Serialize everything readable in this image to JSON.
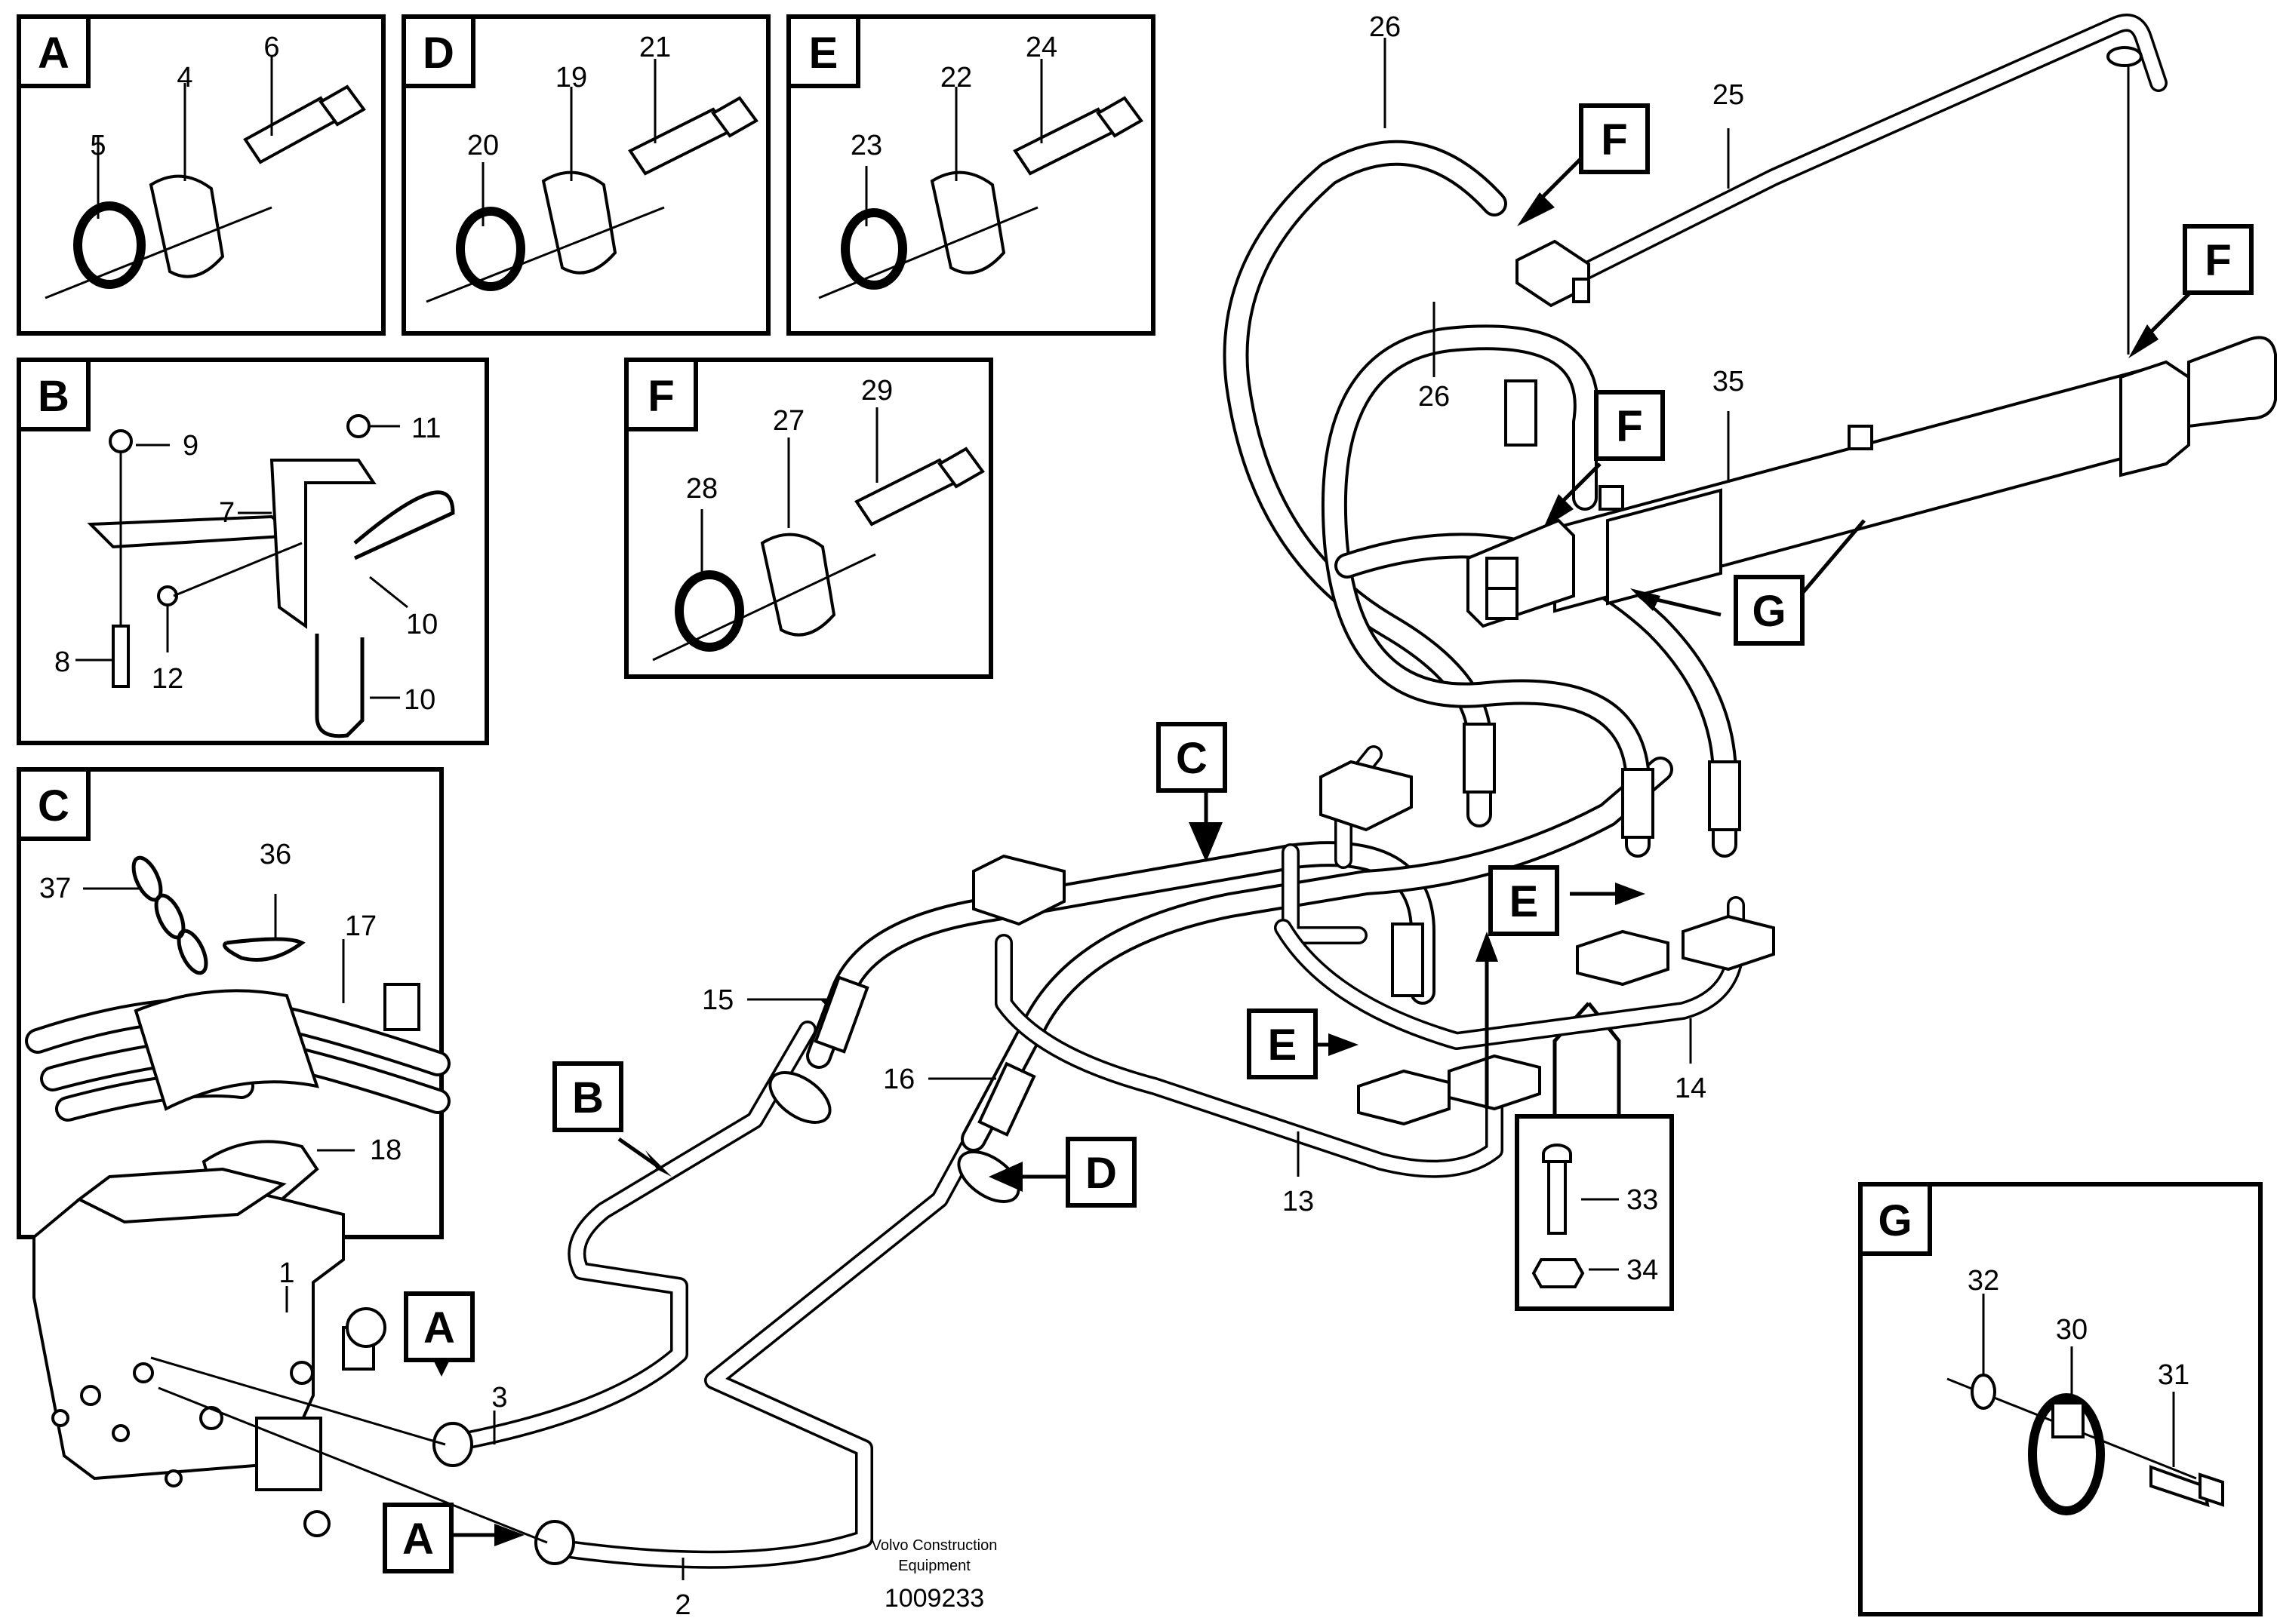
{
  "callout_letters": {
    "A": "A",
    "B": "B",
    "C": "C",
    "D": "D",
    "E": "E",
    "F": "F",
    "G": "G"
  },
  "part_numbers": {
    "p1": "1",
    "p2": "2",
    "p3": "3",
    "p4": "4",
    "p5": "5",
    "p6": "6",
    "p7": "7",
    "p8": "8",
    "p9": "9",
    "p10": "10",
    "p11": "11",
    "p12": "12",
    "p13": "13",
    "p14": "14",
    "p15": "15",
    "p16": "16",
    "p17": "17",
    "p18": "18",
    "p19": "19",
    "p20": "20",
    "p21": "21",
    "p22": "22",
    "p23": "23",
    "p24": "24",
    "p25": "25",
    "p26": "26",
    "p27": "27",
    "p28": "28",
    "p29": "29",
    "p30": "30",
    "p31": "31",
    "p32": "32",
    "p33": "33",
    "p34": "34",
    "p35": "35",
    "p36": "36",
    "p37": "37"
  },
  "footer": {
    "manufacturer_line1": "Volvo Construction",
    "manufacturer_line2": "Equipment",
    "drawing_number": "1009233"
  }
}
